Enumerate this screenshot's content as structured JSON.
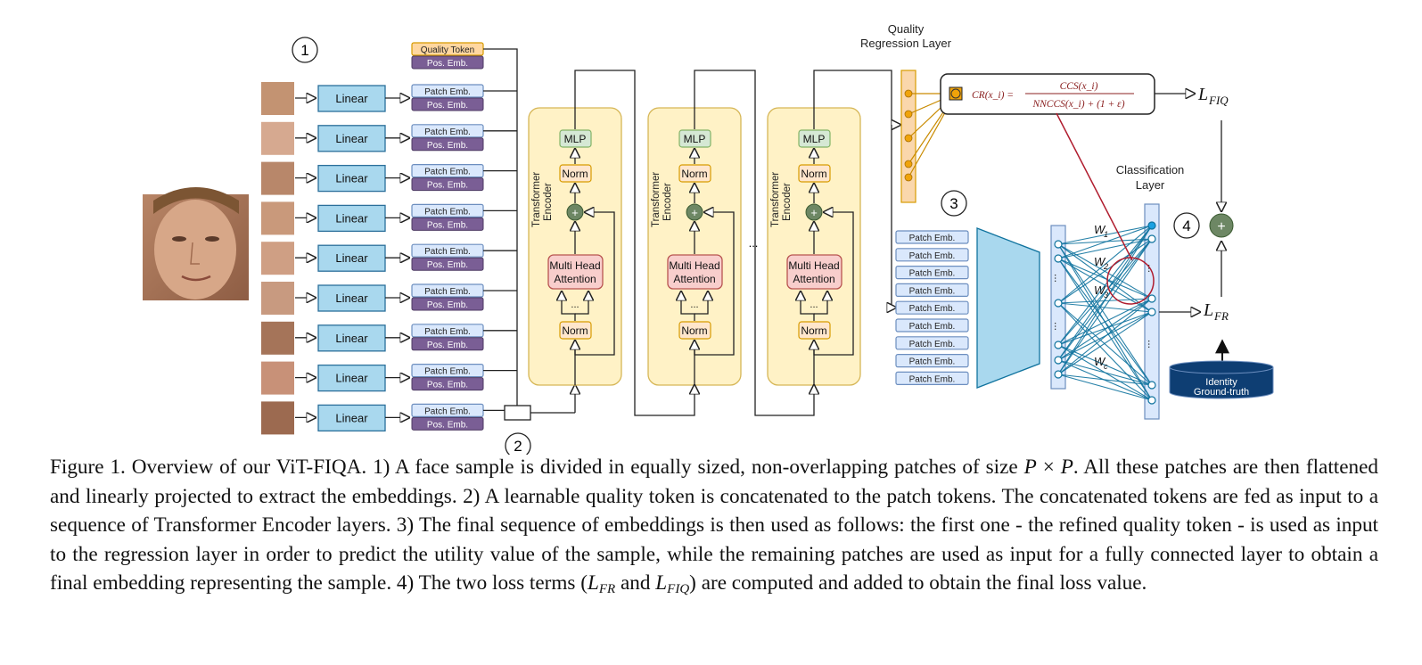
{
  "figure": {
    "markers": {
      "m1": "1",
      "m2": "2",
      "m3": "3",
      "m4": "4"
    },
    "quality_token": "Quality Token",
    "pos_emb": "Pos. Emb.",
    "patch_emb": "Patch Emb.",
    "linear": "Linear",
    "encoder": {
      "title_line1": "Transformer",
      "title_line2": "Encoder",
      "mlp": "MLP",
      "norm": "Norm",
      "mha_line1": "Multi Head",
      "mha_line2": "Attention",
      "dots": "...",
      "plus": "+"
    },
    "between_dots": "...",
    "quality_regression": {
      "line1": "Quality",
      "line2": "Regression Layer"
    },
    "cr_formula": {
      "lhs": "CR(x_i) =",
      "numerator": "CCS(x_i)",
      "denominator": "NNCCS(x_i) + (1 + ε)"
    },
    "loss_fiq": {
      "main": "L",
      "sub": "FIQ"
    },
    "loss_fr": {
      "main": "L",
      "sub": "FR"
    },
    "classification": {
      "line1": "Classification",
      "line2": "Layer"
    },
    "weights": [
      {
        "main": "W",
        "sub": "1"
      },
      {
        "main": "W",
        "sub": "2"
      },
      {
        "main": "W",
        "sub": "3"
      },
      {
        "main": "W",
        "sub": "c"
      }
    ],
    "identity": {
      "line1": "Identity",
      "line2": "Ground-truth"
    }
  },
  "caption": {
    "p0": "Figure 1.  Overview of our ViT-FIQA. 1) A face sample is divided in equally sized, non-overlapping patches of size ",
    "P1": "P",
    "times": " × ",
    "P2": "P",
    "p1": ".  All these patches are then flattened and linearly projected to extract the embeddings. 2) A learnable quality token is concatenated to the patch tokens. The concatenated tokens are fed as input to a sequence of Transformer Encoder layers. 3) The final sequence of embeddings is then used as follows: the first one - the refined quality token - is used as input to the regression layer in order to predict the utility value of the sample, while the remaining patches are used as input for a fully connected layer to obtain a final embedding representing the sample. 4) The two loss terms (",
    "lfr_main": "L",
    "lfr_sub": "FR",
    "and": " and ",
    "lfiq_main": "L",
    "lfiq_sub": "FIQ",
    "p2": ") are computed and added to obtain the final loss value."
  },
  "colors": {
    "linear_fill": "#a9d8ee",
    "linear_stroke": "#2b6f9a",
    "patch_emb_fill": "#dae8fc",
    "patch_emb_stroke": "#6c8ebf",
    "pos_emb_fill": "#7a5e95",
    "quality_token_fill": "#ffd7a0",
    "quality_token_stroke": "#d79b00",
    "encoder_fill": "#fff2c6",
    "encoder_stroke": "#d6b656",
    "mlp_fill": "#d5e8d4",
    "mlp_stroke": "#82b366",
    "norm_fill": "#ffe6cc",
    "norm_stroke": "#d79b00",
    "mha_fill": "#f8cecc",
    "mha_stroke": "#b85450",
    "plus_fill": "#6d8764",
    "qr_fill": "#fad7ac",
    "qr_node": "#f0a30a",
    "fc_fill": "#dae8fc",
    "fc_line": "#10739e",
    "identity_fill": "#0e3e73",
    "formula_color": "#8b2020"
  }
}
